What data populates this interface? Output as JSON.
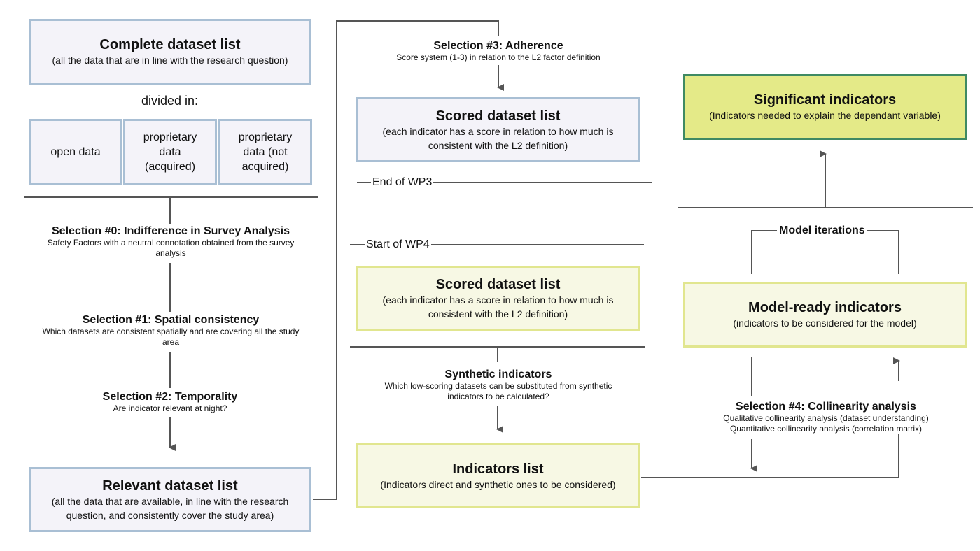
{
  "complete": {
    "title": "Complete dataset list",
    "subtitle": "(all the data that are in line with the research question)"
  },
  "divided_label": "divided in:",
  "categories": [
    "open data",
    "proprietary data (acquired)",
    "proprietary data (not acquired)"
  ],
  "selection0": {
    "title": "Selection #0: Indifference in Survey Analysis",
    "desc": "Safety Factors with a neutral connotation obtained from the survey analysis"
  },
  "selection1": {
    "title": "Selection #1: Spatial consistency",
    "desc": "Which datasets are consistent spatially and are covering all the study area"
  },
  "selection2": {
    "title": "Selection #2: Temporality",
    "desc": "Are indicator relevant at night?"
  },
  "relevant": {
    "title": "Relevant dataset list",
    "subtitle": "(all the data that are available, in line with the research question, and consistently cover the study area)"
  },
  "selection3": {
    "title": "Selection #3: Adherence",
    "desc": "Score system (1-3) in relation to the L2 factor definition"
  },
  "scored1": {
    "title": "Scored dataset list",
    "subtitle": "(each indicator has a score in relation to how much is consistent with the L2 definition)"
  },
  "end_wp3": "End of WP3",
  "start_wp4": "Start of WP4",
  "scored2": {
    "title": "Scored dataset list",
    "subtitle": "(each indicator has a score in relation to how much is consistent with the L2 definition)"
  },
  "synthetic": {
    "title": "Synthetic indicators",
    "desc": "Which low-scoring datasets can be substituted from synthetic indicators to be calculated?"
  },
  "indicators_list": {
    "title": "Indicators list",
    "subtitle": "(Indicators direct and synthetic ones to be considered)"
  },
  "significant": {
    "title": "Significant indicators",
    "subtitle": "(Indicators needed to explain the dependant variable)"
  },
  "model_iterations": "Model iterations",
  "model_ready": {
    "title": "Model-ready indicators",
    "subtitle": "(indicators to be considered for the model)"
  },
  "selection4": {
    "title": "Selection #4: Collinearity analysis",
    "desc1": "Qualitative collinearity analysis (dataset understanding)",
    "desc2": "Quantitative collinearity analysis (correlation matrix)"
  },
  "colors": {
    "blue_border": "#a9bfd4",
    "blue_fill": "#f4f3f9",
    "yellow_border": "#e1e68f",
    "yellow_fill": "#f7f8e4",
    "green_border": "#3f8a63",
    "green_fill": "#e4ea88",
    "line": "#555555"
  }
}
